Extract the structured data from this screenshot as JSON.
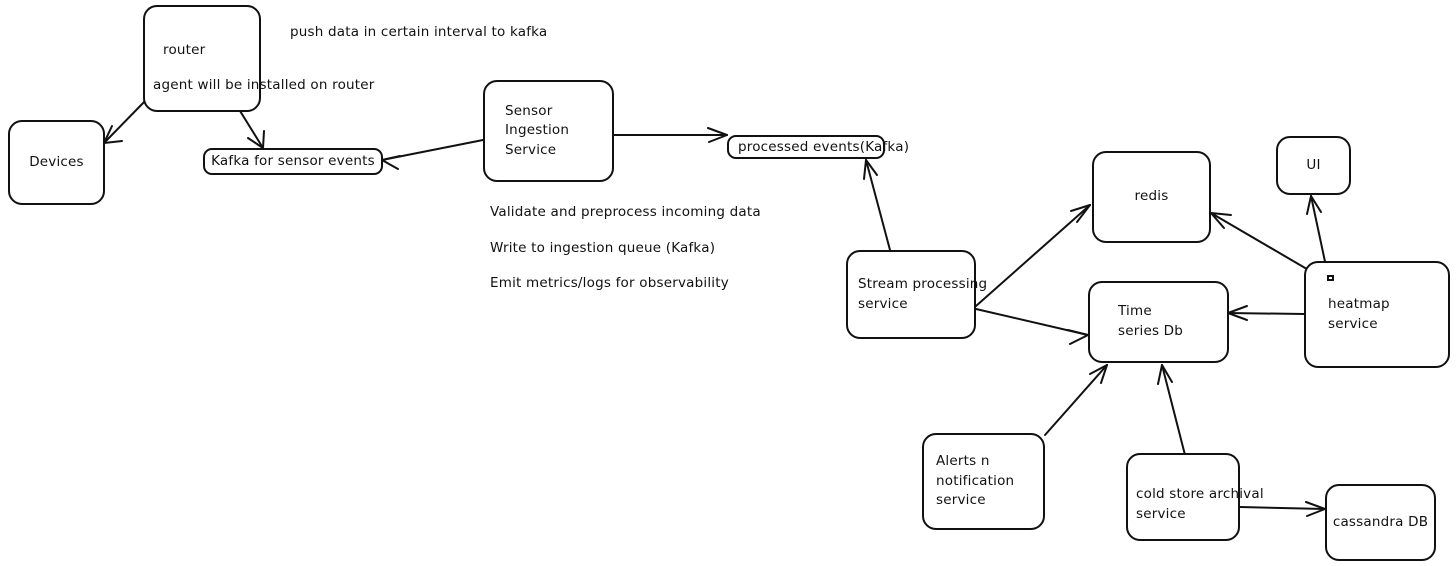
{
  "diagram": {
    "title": "IoT sensor data pipeline architecture whiteboard",
    "background_color": "#ffffff",
    "stroke_color": "#111111",
    "nodes": [
      {
        "id": "devices",
        "label": "Devices",
        "shape": "rounded-rect"
      },
      {
        "id": "router",
        "label": "router",
        "shape": "rounded-rect"
      },
      {
        "id": "kafka_sensor_events",
        "label": "Kafka for sensor events",
        "shape": "pill"
      },
      {
        "id": "sensor_ingestion_service",
        "label": "Sensor\nIngestion\nService",
        "shape": "rounded-rect"
      },
      {
        "id": "processed_events",
        "label": "processed events(Kafka)",
        "shape": "pill"
      },
      {
        "id": "stream_processing_service",
        "label": "Stream processing\nservice",
        "shape": "rounded-rect"
      },
      {
        "id": "redis",
        "label": "redis",
        "shape": "rounded-rect"
      },
      {
        "id": "time_series_db",
        "label": "Time\nseries Db",
        "shape": "rounded-rect"
      },
      {
        "id": "heatmap_service",
        "label": "heatmap\nservice",
        "shape": "rounded-rect"
      },
      {
        "id": "ui",
        "label": "UI",
        "shape": "rounded-rect"
      },
      {
        "id": "alerts_notification_service",
        "label": "Alerts n\nnotification\nservice",
        "shape": "rounded-rect"
      },
      {
        "id": "cold_store_archival_service",
        "label": "cold store archival\nservice",
        "shape": "rounded-rect"
      },
      {
        "id": "cassandra_db",
        "label": "cassandra DB",
        "shape": "rounded-rect"
      }
    ],
    "annotations": [
      {
        "id": "push_interval",
        "text": "push data in certain interval to kafka"
      },
      {
        "id": "agent_on_router",
        "text": "agent will be installed on router"
      },
      {
        "id": "validate_preprocess",
        "text": "Validate and preprocess incoming data"
      },
      {
        "id": "write_ingestion_queue",
        "text": "Write to ingestion queue (Kafka)"
      },
      {
        "id": "emit_metrics",
        "text": "Emit metrics/logs for observability"
      }
    ],
    "edges": [
      {
        "from": "router",
        "to": "devices"
      },
      {
        "from": "router",
        "to": "kafka_sensor_events"
      },
      {
        "from": "sensor_ingestion_service",
        "to": "kafka_sensor_events"
      },
      {
        "from": "sensor_ingestion_service",
        "to": "processed_events"
      },
      {
        "from": "stream_processing_service",
        "to": "processed_events"
      },
      {
        "from": "stream_processing_service",
        "to": "redis"
      },
      {
        "from": "stream_processing_service",
        "to": "time_series_db"
      },
      {
        "from": "heatmap_service",
        "to": "redis"
      },
      {
        "from": "heatmap_service",
        "to": "time_series_db"
      },
      {
        "from": "heatmap_service",
        "to": "ui"
      },
      {
        "from": "alerts_notification_service",
        "to": "time_series_db"
      },
      {
        "from": "cold_store_archival_service",
        "to": "time_series_db"
      },
      {
        "from": "cold_store_archival_service",
        "to": "cassandra_db"
      }
    ]
  }
}
